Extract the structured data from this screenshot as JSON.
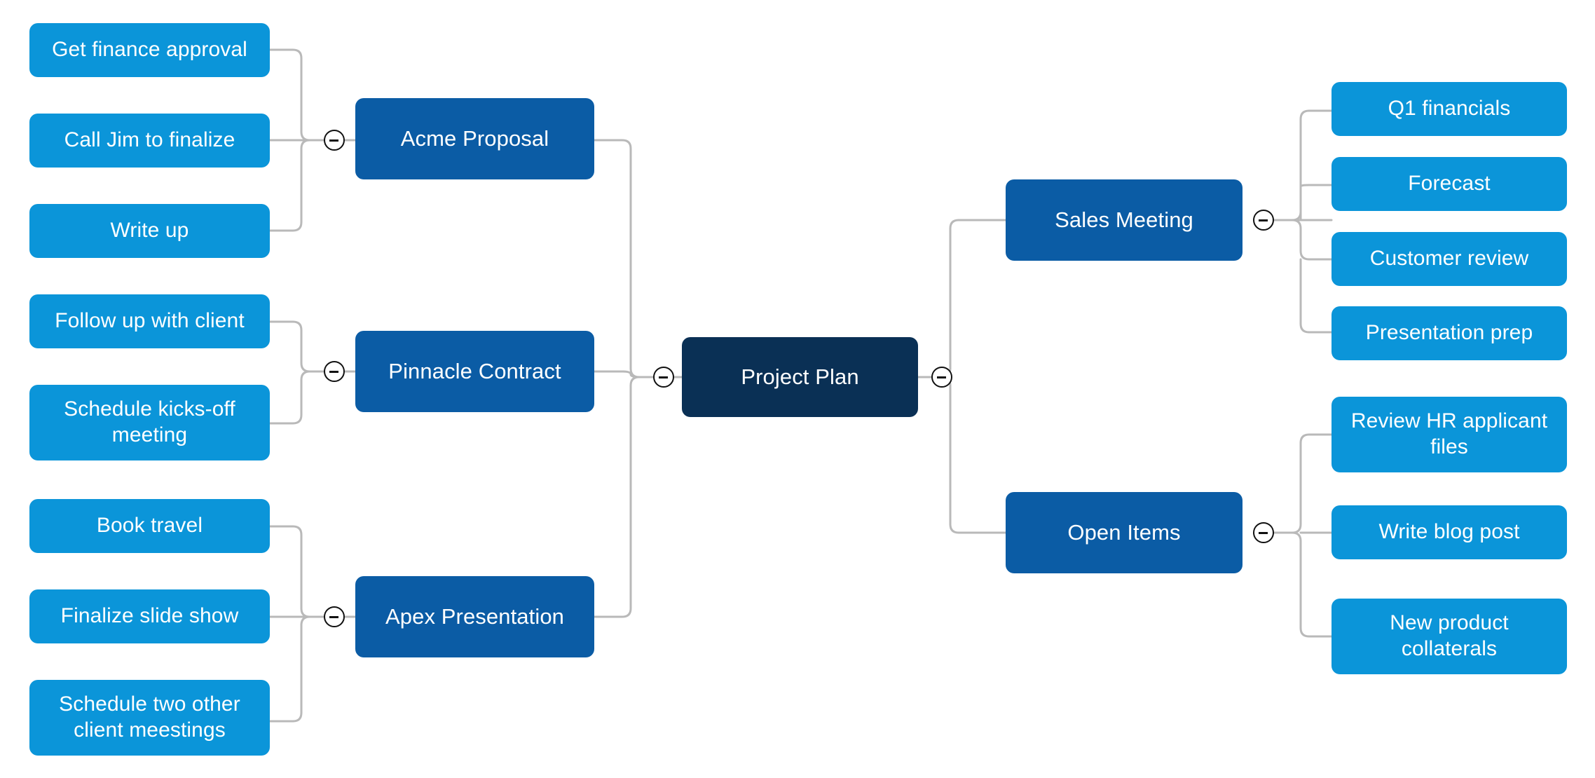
{
  "diagram": {
    "type": "mind-map",
    "title": "Project Plan",
    "background_color": "#ffffff",
    "colors": {
      "root_node": "#0a3055",
      "branch_node": "#0b5ca5",
      "leaf_node": "#0b95d9",
      "node_text": "#ffffff",
      "connector_line": "#b9b9b9",
      "toggle_icon": "#111111"
    },
    "toggle_icon_name": "collapse-minus-circle-icon",
    "toggle_count": 7
  },
  "nodes": {
    "root": {
      "label": "Project Plan"
    },
    "left_branches": [
      {
        "label": "Acme Proposal",
        "children": [
          {
            "label": "Get finance approval"
          },
          {
            "label": "Call Jim to finalize"
          },
          {
            "label": "Write up"
          }
        ]
      },
      {
        "label": "Pinnacle Contract",
        "children": [
          {
            "label": "Follow up with client"
          },
          {
            "label": "Schedule kicks-off meeting"
          }
        ]
      },
      {
        "label": "Apex Presentation",
        "children": [
          {
            "label": "Book travel"
          },
          {
            "label": "Finalize slide show"
          },
          {
            "label": "Schedule two other client meestings"
          }
        ]
      }
    ],
    "right_branches": [
      {
        "label": "Sales Meeting",
        "children": [
          {
            "label": "Q1 financials"
          },
          {
            "label": "Forecast"
          },
          {
            "label": "Customer review"
          },
          {
            "label": "Presentation prep"
          }
        ]
      },
      {
        "label": "Open Items",
        "children": [
          {
            "label": "Review HR applicant files"
          },
          {
            "label": "Write blog post"
          },
          {
            "label": "New product collaterals"
          }
        ]
      }
    ]
  }
}
